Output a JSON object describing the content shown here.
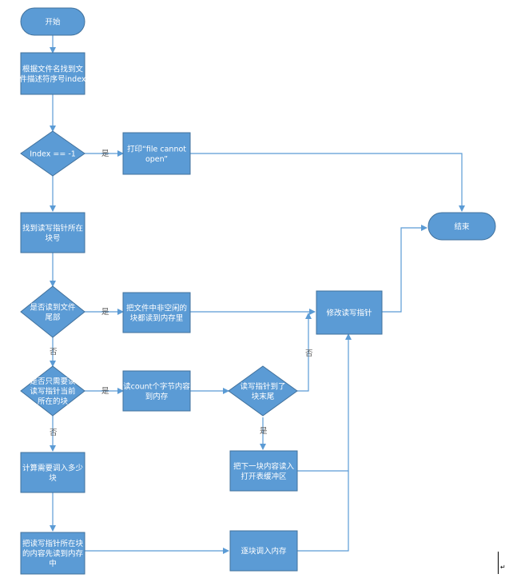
{
  "nodes": {
    "start": [
      "开始"
    ],
    "get_index": [
      "根据文件名找到文",
      "件描述符序号index"
    ],
    "check_index": [
      "Index == -1"
    ],
    "print_error": [
      "打印“file cannot",
      "open”"
    ],
    "end": [
      "结束"
    ],
    "find_block": [
      "找到读写指针所在",
      "块号"
    ],
    "check_eof": [
      "是否读到文件",
      "尾部"
    ],
    "read_nonfree": [
      "把文件中非空闲的",
      "块都读到内存里"
    ],
    "modify_pointer": [
      "修改读写指针"
    ],
    "check_current_block": [
      "是否只需要读",
      "读写指针当前",
      "所在的块"
    ],
    "read_count": [
      "读count个字节内容",
      "到内存"
    ],
    "check_block_end": [
      "读写指针到了",
      "块末尾"
    ],
    "next_block": [
      "把下一块内容读入",
      "打开表缓冲区"
    ],
    "calc_blocks": [
      "计算需要调入多少",
      "块"
    ],
    "read_current_first": [
      "把读写指针所在块",
      "的内容先读到内存",
      "中"
    ],
    "read_one_by_one": [
      "逐块调入内存"
    ]
  },
  "labels": {
    "yes_index": "是",
    "yes_eof": "是",
    "no_eof": "否",
    "yes_current": "是",
    "no_current": "否",
    "yes_block_end": "是",
    "no_block_end": "否"
  },
  "colors": {
    "fill": "#5b9bd5",
    "stroke": "#41719c",
    "edge": "#5b9bd5",
    "text": "#ffffff"
  },
  "corner_glyph": "↵"
}
